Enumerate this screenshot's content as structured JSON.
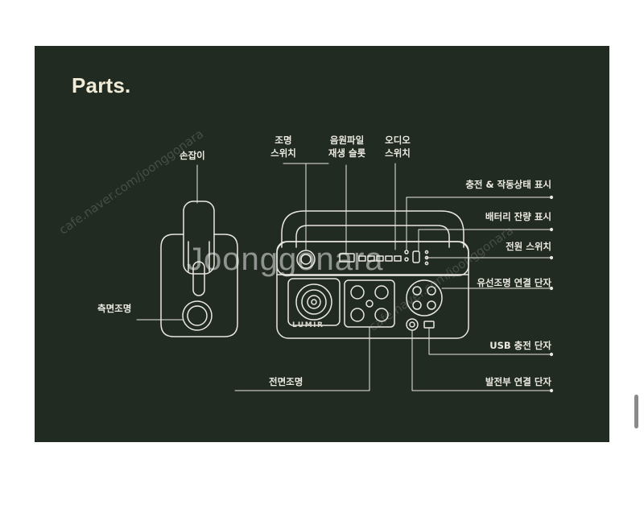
{
  "title": "Parts.",
  "labels": {
    "handle": "손잡이",
    "side_light": "측면조명",
    "light_switch_1": "조명",
    "light_switch_2": "스위치",
    "audio_file_1": "음원파일",
    "audio_file_2": "재생 슬롯",
    "audio_switch_1": "오디오",
    "audio_switch_2": "스위치",
    "charge_status": "충전 & 작동상태 표시",
    "battery_level": "배터리 잔량 표시",
    "power_switch": "전원 스위치",
    "wired_light_port": "유선조명 연결 단자",
    "usb_port": "USB 충전 단자",
    "front_light": "전면조명",
    "generator_port": "발전부 연결 단자",
    "brand": "LUMIR"
  },
  "watermarks": {
    "site": "cafe.naver.com/joonggonara",
    "brand": "Joonggonara"
  },
  "colors": {
    "panel": "#222b22",
    "ink": "#ecebe2",
    "title": "#f1ecd8"
  }
}
